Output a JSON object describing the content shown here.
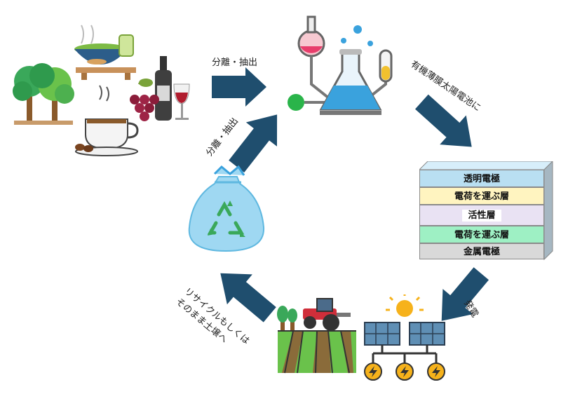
{
  "labels": {
    "separate_top": "分離・抽出",
    "separate_left": "分離・抽出",
    "to_solar": "有機薄膜太陽電池に",
    "generate": "発電",
    "recycle_line1": "リサイクルもしくは",
    "recycle_line2": "そのまま土壌へ"
  },
  "layers": [
    {
      "label": "透明電極",
      "color": "#b9dff2"
    },
    {
      "label": "電荷を運ぶ層",
      "color": "#fff4c0"
    },
    {
      "label": "活性層",
      "color": "#e9e2f3"
    },
    {
      "label": "電荷を運ぶ層",
      "color": "#9ef0c4"
    },
    {
      "label": "金属電極",
      "color": "#d9d9d9"
    }
  ],
  "colors": {
    "arrow": "#1f4e6e",
    "flask_liquid": "#3aa2dd",
    "bag": "#9fd8f2",
    "recycle": "#3aa85a"
  },
  "icons": [
    "trees-icon",
    "matcha-icon",
    "wine-icon",
    "grapes-icon",
    "coffee-icon",
    "lab-flask-icon",
    "garbage-bag-recycle-icon",
    "tractor-field-icon",
    "solar-panel-icon",
    "cell-layers-icon"
  ]
}
